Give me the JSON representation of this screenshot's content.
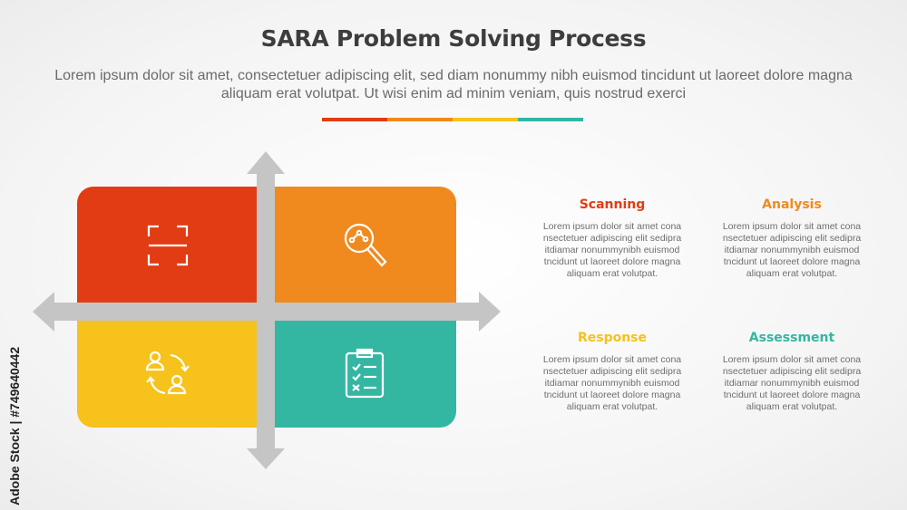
{
  "header": {
    "title": "SARA Problem Solving Process",
    "subtitle": "Lorem ipsum dolor sit amet, consectetuer adipiscing elit, sed diam nonummy nibh euismod tincidunt ut laoreet dolore magna aliquam erat volutpat. Ut wisi enim ad minim veniam, quis nostrud exerci",
    "title_bar_colors": [
      "#e23c14",
      "#f08a1e",
      "#f6c21b",
      "#33b6a2"
    ]
  },
  "quadrants": [
    {
      "icon": "scan-frame-icon",
      "color": "#e23c14"
    },
    {
      "icon": "magnifier-analysis-icon",
      "color": "#f08a1e"
    },
    {
      "icon": "people-exchange-icon",
      "color": "#f6c21b"
    },
    {
      "icon": "clipboard-checklist-icon",
      "color": "#33b6a2"
    }
  ],
  "items": [
    {
      "title": "Scanning",
      "color": "#e23c14",
      "desc": "Lorem ipsum dolor sit amet cona nsectetuer adipiscing elit sedipra itdiamar nonummynibh euismod tncidunt ut laoreet dolore magna aliquam erat volutpat."
    },
    {
      "title": "Analysis",
      "color": "#f08a1e",
      "desc": "Lorem ipsum dolor sit amet cona nsectetuer adipiscing elit sedipra itdiamar nonummynibh euismod tncidunt ut laoreet dolore magna aliquam erat volutpat."
    },
    {
      "title": "Response",
      "color": "#f6c21b",
      "desc": "Lorem ipsum dolor sit amet cona nsectetuer adipiscing elit sedipra itdiamar nonummynibh euismod tncidunt ut laoreet dolore magna aliquam erat volutpat."
    },
    {
      "title": "Assessment",
      "color": "#33b6a2",
      "desc": "Lorem ipsum dolor sit amet cona nsectetuer adipiscing elit sedipra itdiamar nonummynibh euismod tncidunt ut laoreet dolore magna aliquam erat volutpat."
    }
  ],
  "watermark": "Adobe Stock | #749640442"
}
